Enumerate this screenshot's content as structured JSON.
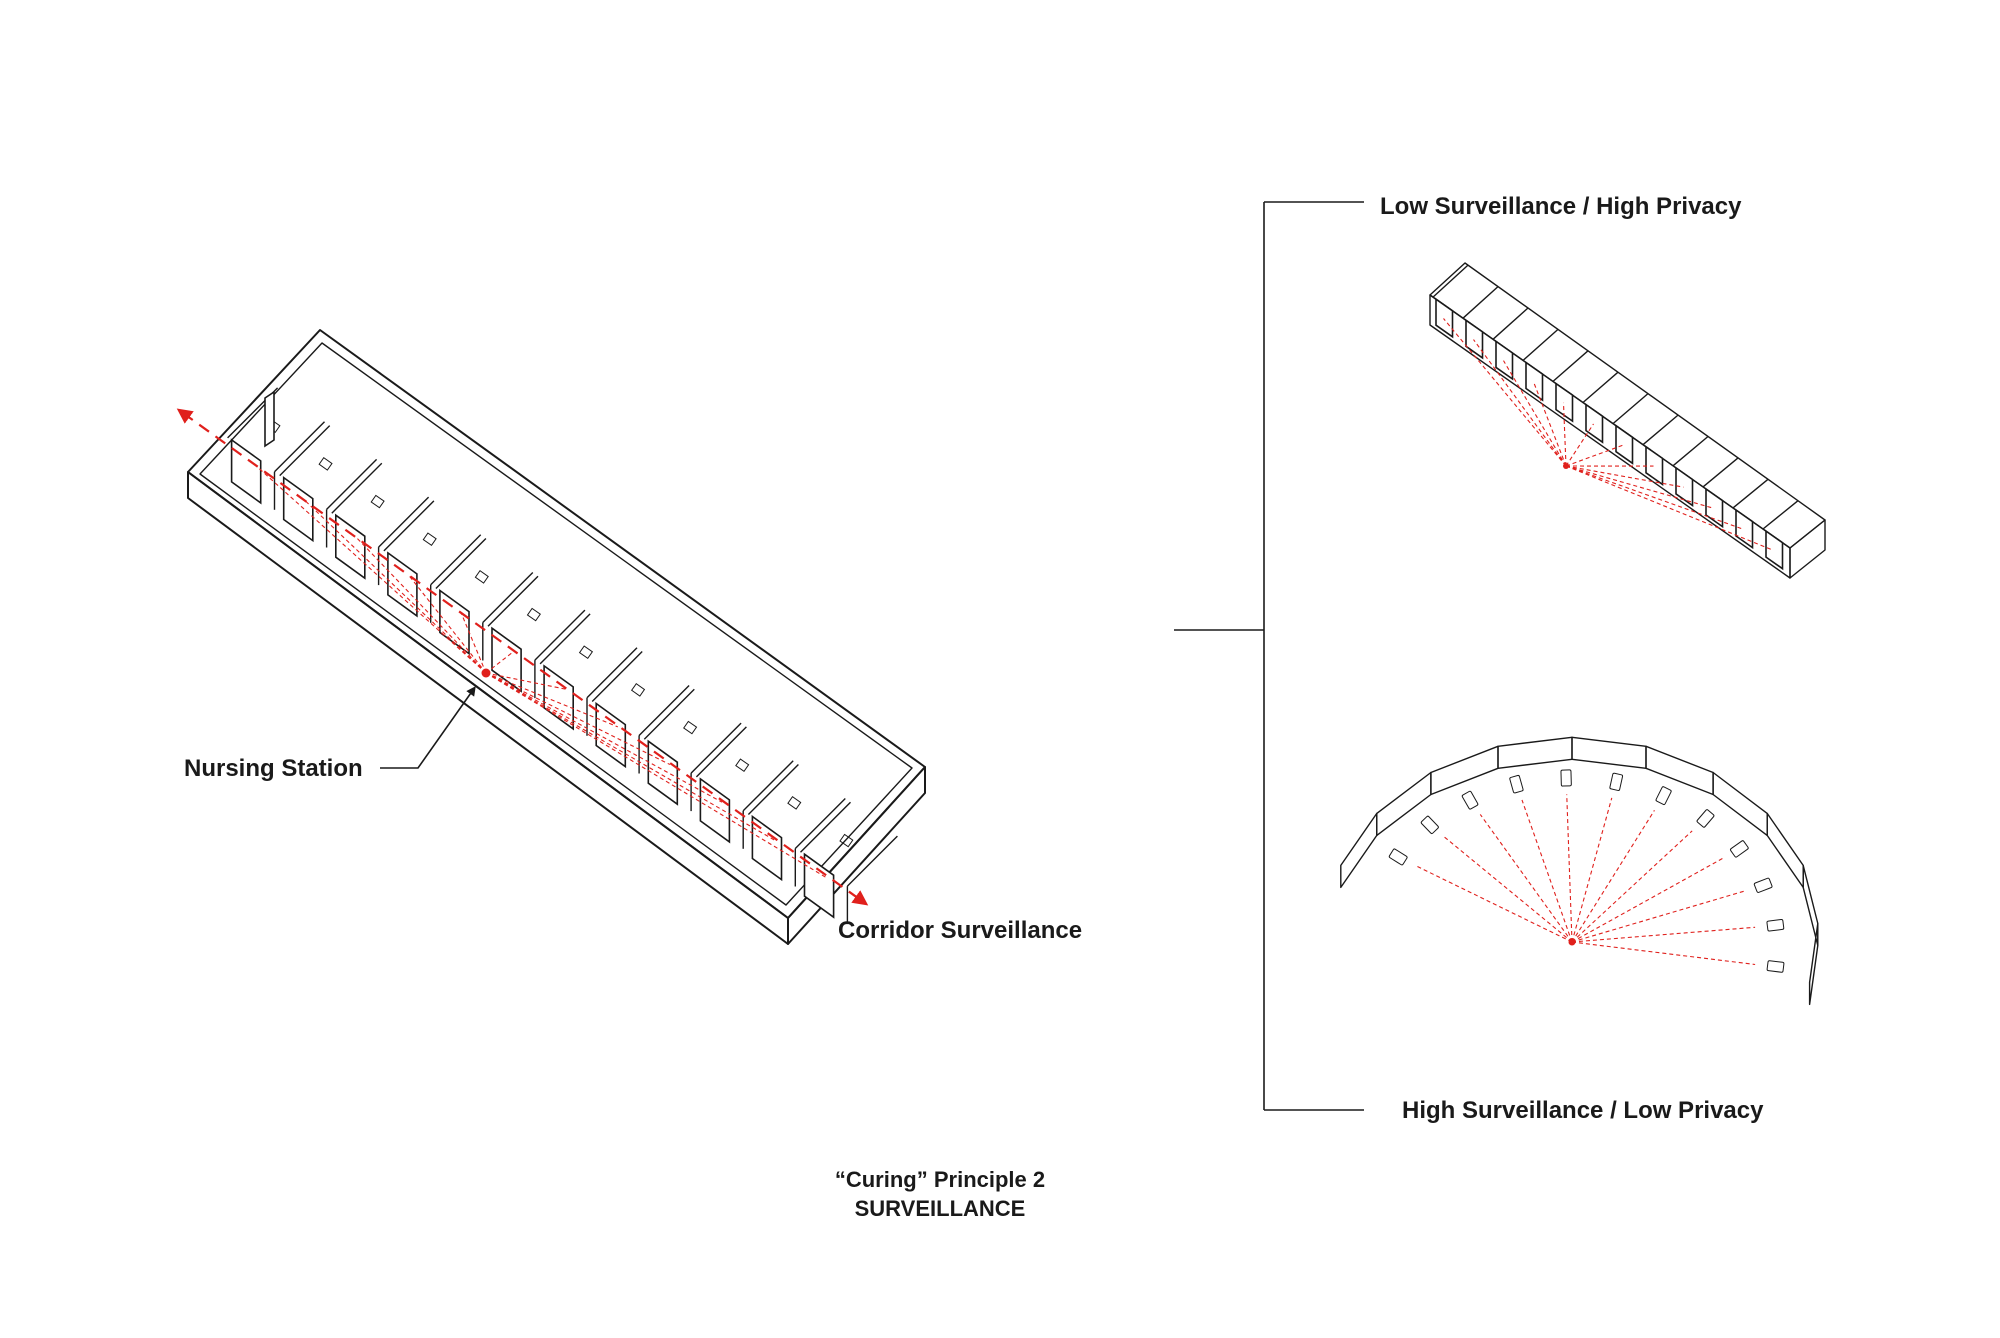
{
  "labels": {
    "nursing_station": "Nursing Station",
    "corridor_surveillance": "Corridor Surveillance",
    "low_surveillance": "Low Surveillance / High Privacy",
    "high_surveillance": "High Surveillance / Low Privacy"
  },
  "caption": {
    "line1": "“Curing” Principle 2",
    "line2": "SURVEILLANCE"
  },
  "colors": {
    "line": "#1a1a1a",
    "accent": "#e0201c",
    "background": "#ffffff"
  },
  "diagrams": {
    "main_room_count": 12,
    "low_privacy_room_count": 12,
    "curved_bed_count": 12
  }
}
